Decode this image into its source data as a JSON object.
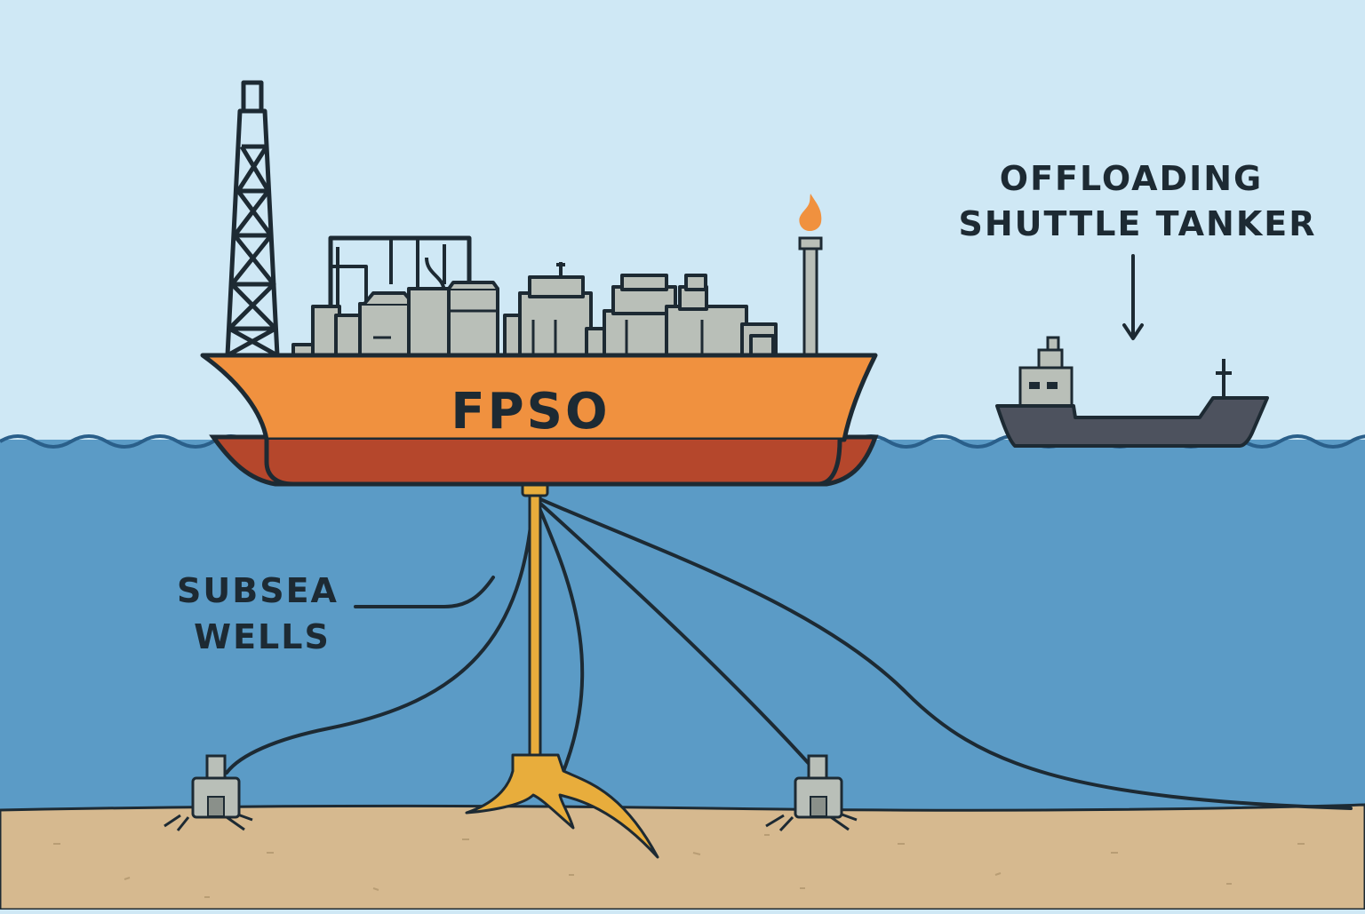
{
  "labels": {
    "fpso": "FPSO",
    "tanker_line1": "OFFLOADING",
    "tanker_line2": "SHUTTLE TANKER",
    "wells_line1": "SUBSEA",
    "wells_line2": "WELLS"
  },
  "colors": {
    "sky": "#cfe8f5",
    "sea": "#5b9bc6",
    "seabed": "#d6b98f",
    "hull_upper": "#f0913f",
    "hull_lower": "#b5472c",
    "topsides": "#b9bfb8",
    "riser": "#e8ad3c",
    "tanker_hull": "#4d525e",
    "flame": "#f0913f",
    "outline": "#1d2a33"
  }
}
